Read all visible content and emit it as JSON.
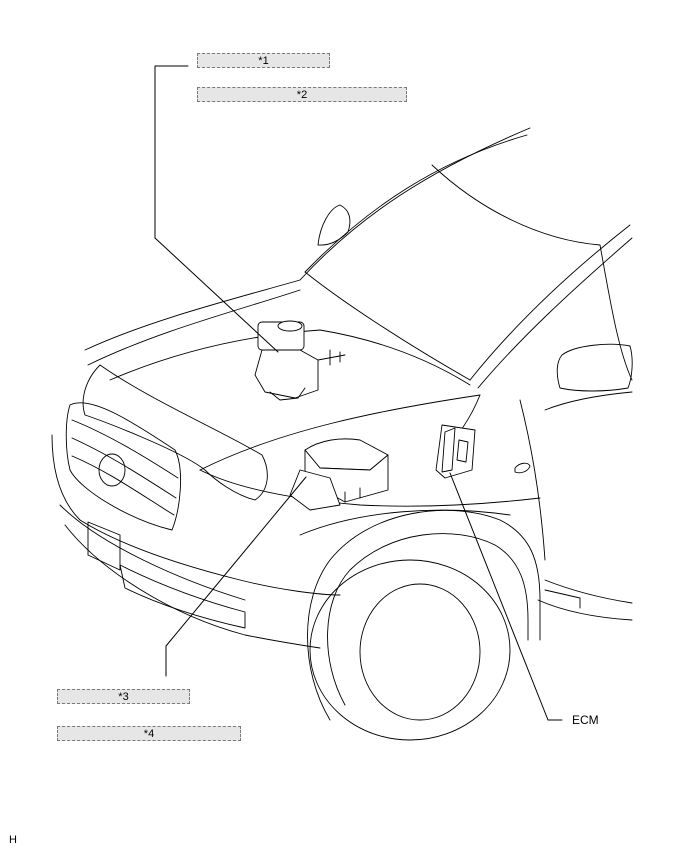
{
  "callouts": {
    "c1": "*1",
    "c2": "*2",
    "c3": "*3",
    "c4": "*4"
  },
  "labels": {
    "ecm": "ECM",
    "corner_mark": "H"
  },
  "colors": {
    "line": "#000000",
    "callout_fill": "#e6e6e6",
    "callout_border": "#7a7a7a"
  }
}
